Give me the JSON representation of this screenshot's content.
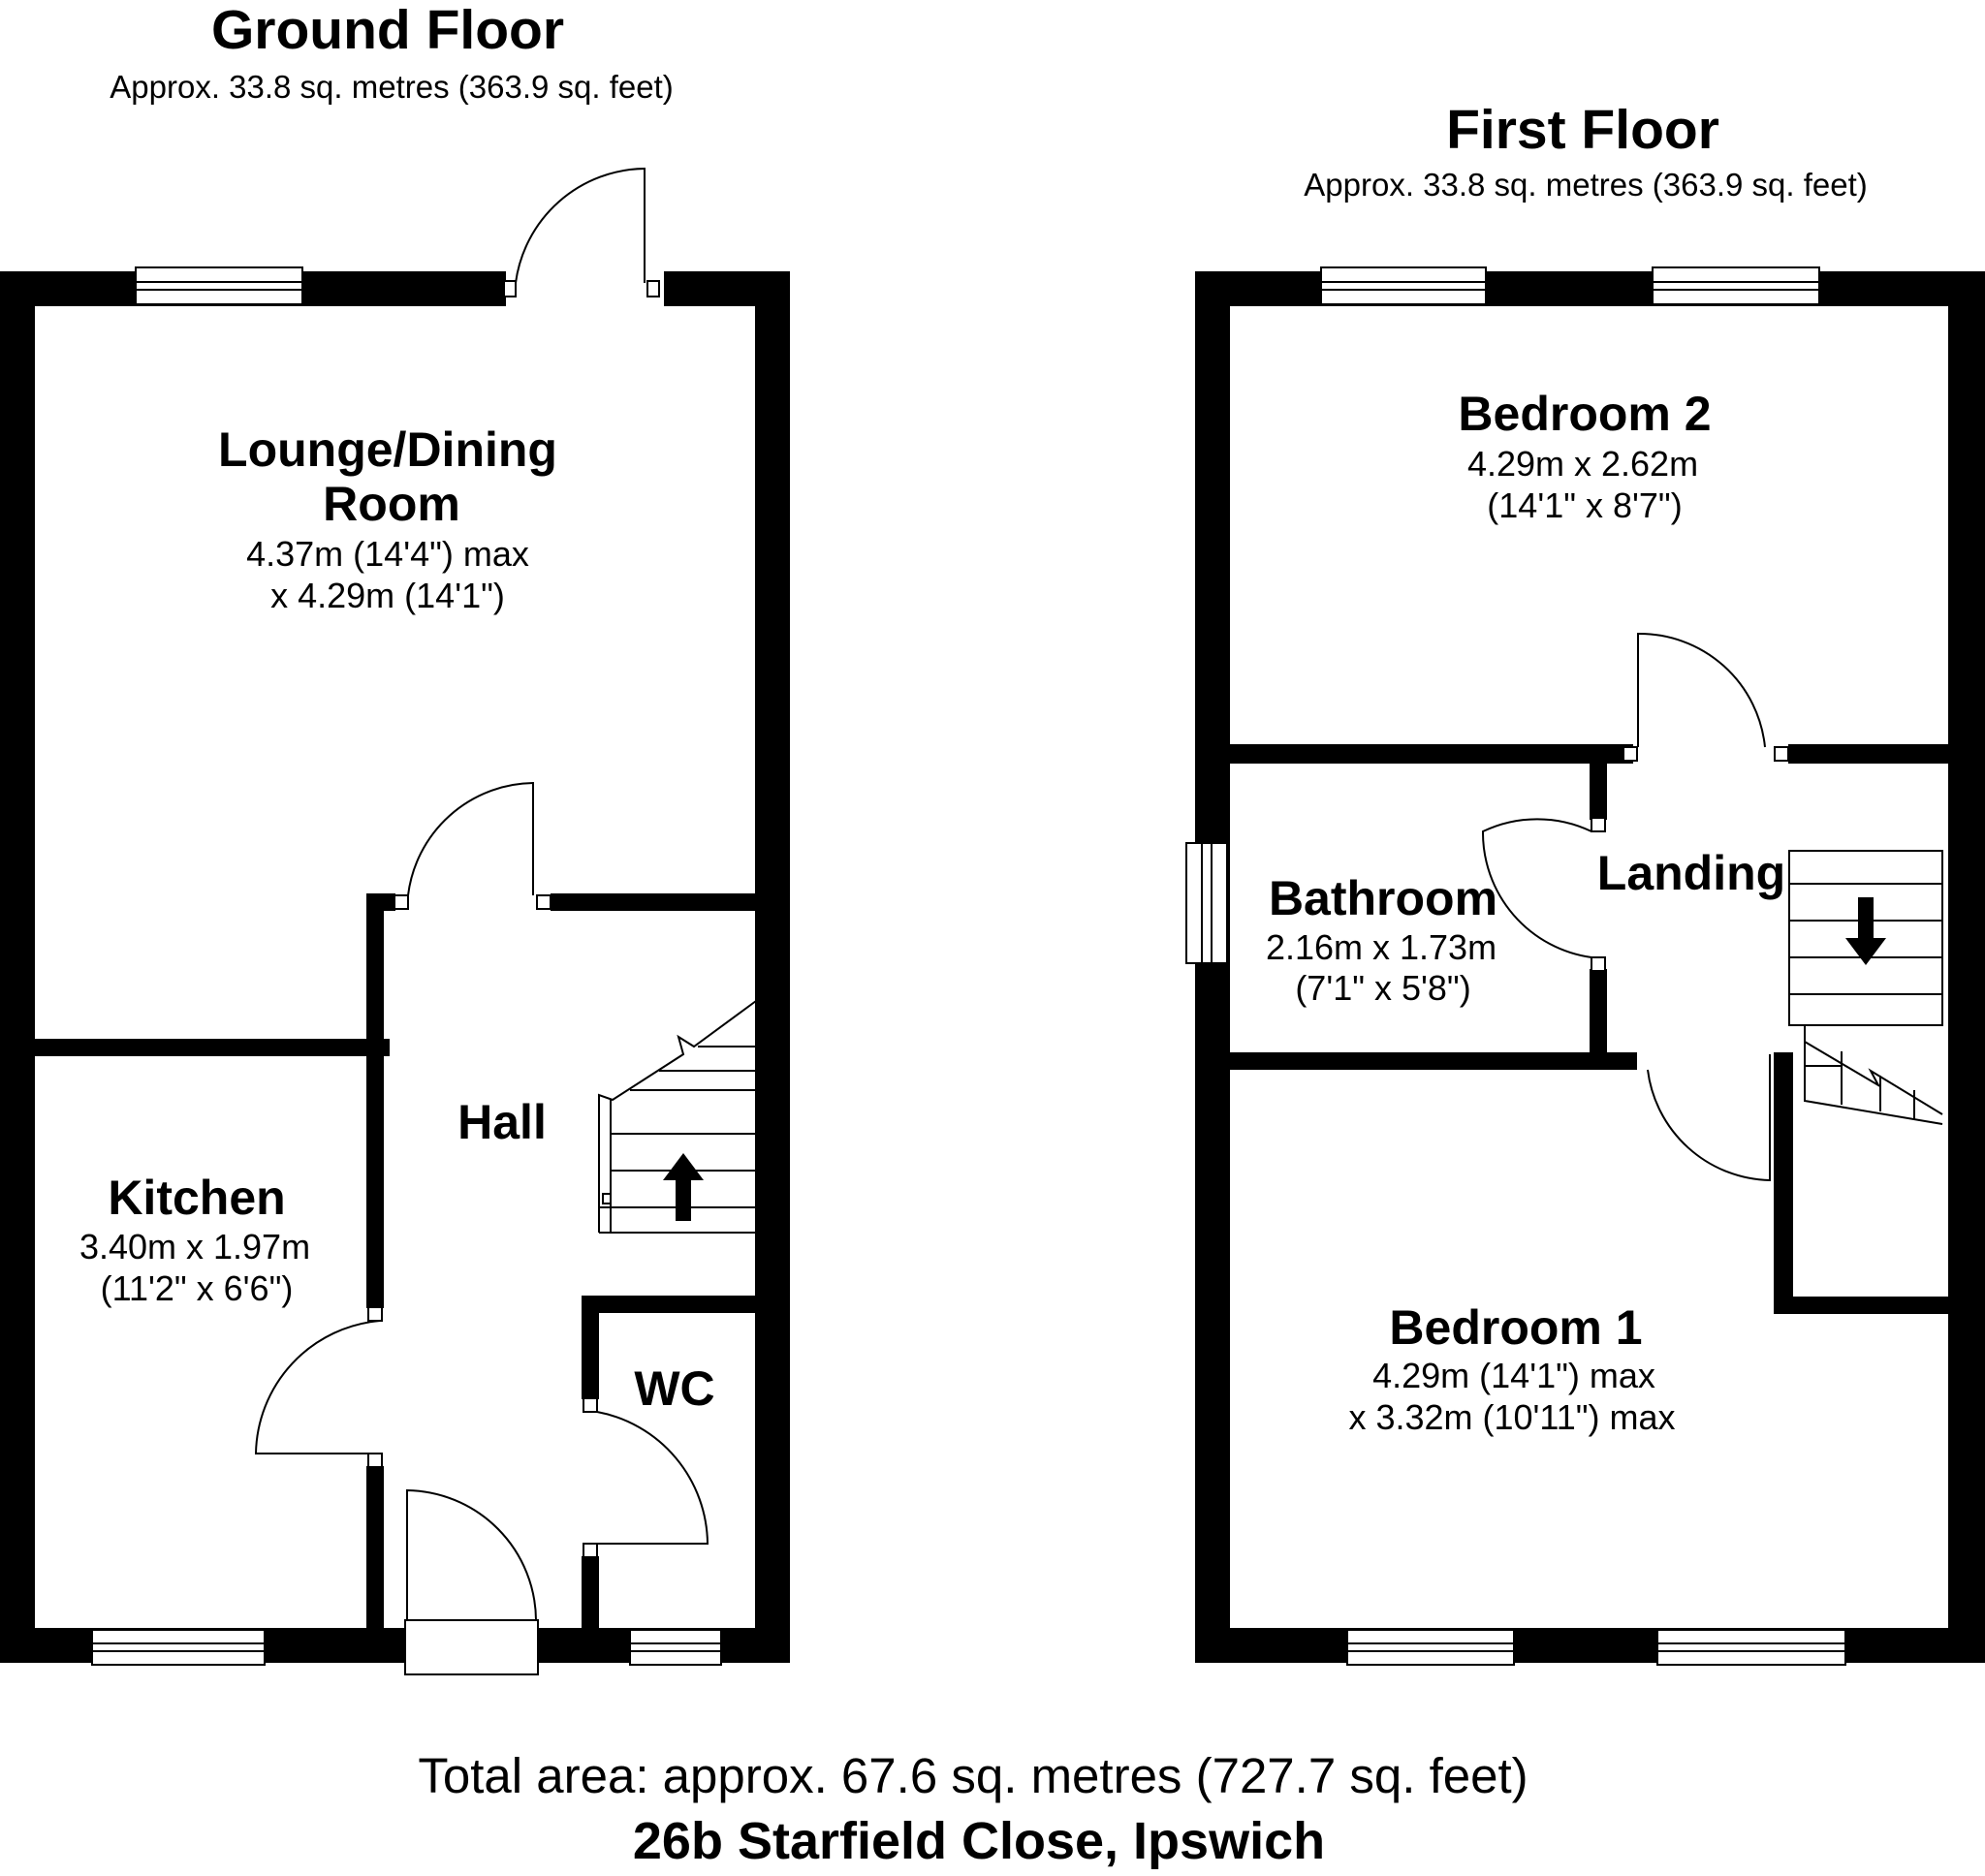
{
  "ground_floor": {
    "title": "Ground Floor",
    "area": "Approx. 33.8 sq. metres (363.9 sq. feet)",
    "rooms": {
      "lounge": {
        "name_line1": "Lounge/Dining",
        "name_line2": "Room",
        "dim_line1": "4.37m (14'4\") max",
        "dim_line2": "x 4.29m (14'1\")"
      },
      "hall": {
        "name": "Hall"
      },
      "kitchen": {
        "name": "Kitchen",
        "dim_line1": "3.40m x 1.97m",
        "dim_line2": "(11'2\" x 6'6\")"
      },
      "wc": {
        "name": "WC"
      }
    }
  },
  "first_floor": {
    "title": "First Floor",
    "area": "Approx. 33.8 sq. metres (363.9 sq. feet)",
    "rooms": {
      "bedroom2": {
        "name": "Bedroom 2",
        "dim_line1": "4.29m x 2.62m",
        "dim_line2": "(14'1\" x 8'7\")"
      },
      "bathroom": {
        "name": "Bathroom",
        "dim_line1": "2.16m x 1.73m",
        "dim_line2": "(7'1\" x 5'8\")"
      },
      "landing": {
        "name": "Landing"
      },
      "bedroom1": {
        "name": "Bedroom 1",
        "dim_line1": "4.29m (14'1\") max",
        "dim_line2": "x 3.32m (10'11\") max"
      }
    }
  },
  "footer": {
    "total_area": "Total area: approx. 67.6 sq. metres (727.7 sq. feet)",
    "address": "26b Starfield Close, Ipswich"
  }
}
